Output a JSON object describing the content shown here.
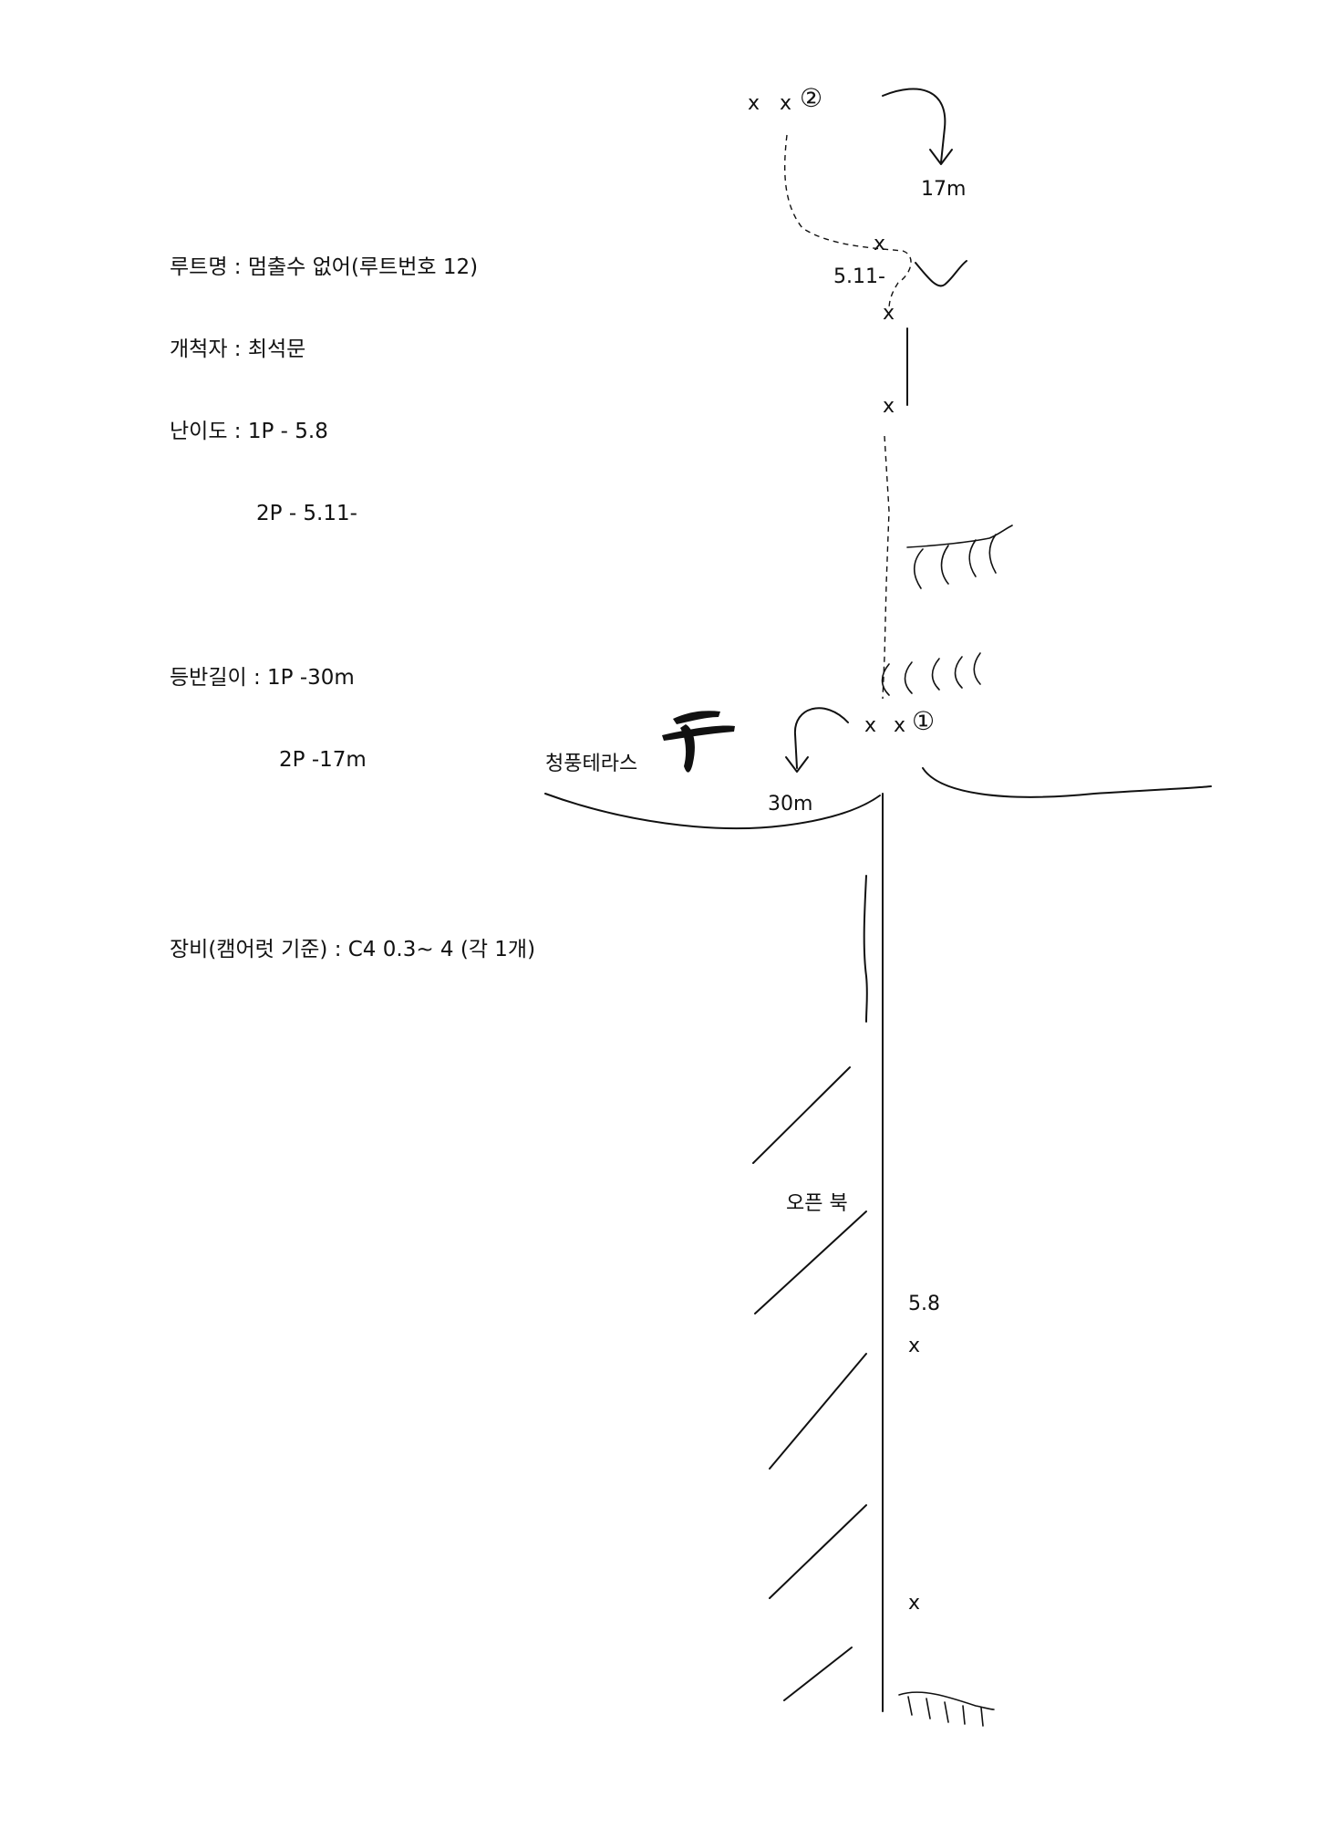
{
  "route_info": {
    "name_line": "루트명 : 멈출수 없어(루트번호 12)",
    "first_ascent_line": "개척자 : 최석문",
    "grade_line_1": "난이도 : 1P - 5.8",
    "grade_line_2": "2P - 5.11-",
    "length_line_1": "등반길이 : 1P -30m",
    "length_line_2": "2P -17m",
    "gear_line": "장비(캠어럿 기준) : C4 0.3~ 4 (각 1개)"
  },
  "topo": {
    "anchor_1_label": "①",
    "anchor_2_label": "②",
    "bolt_mark": "x",
    "rappel_1_length": "30m",
    "rappel_2_length": "17m",
    "pitch_1_grade": "5.8",
    "pitch_2_grade": "5.11-",
    "ledge_name": "청풍테라스",
    "feature_open_book": "오픈 북"
  }
}
